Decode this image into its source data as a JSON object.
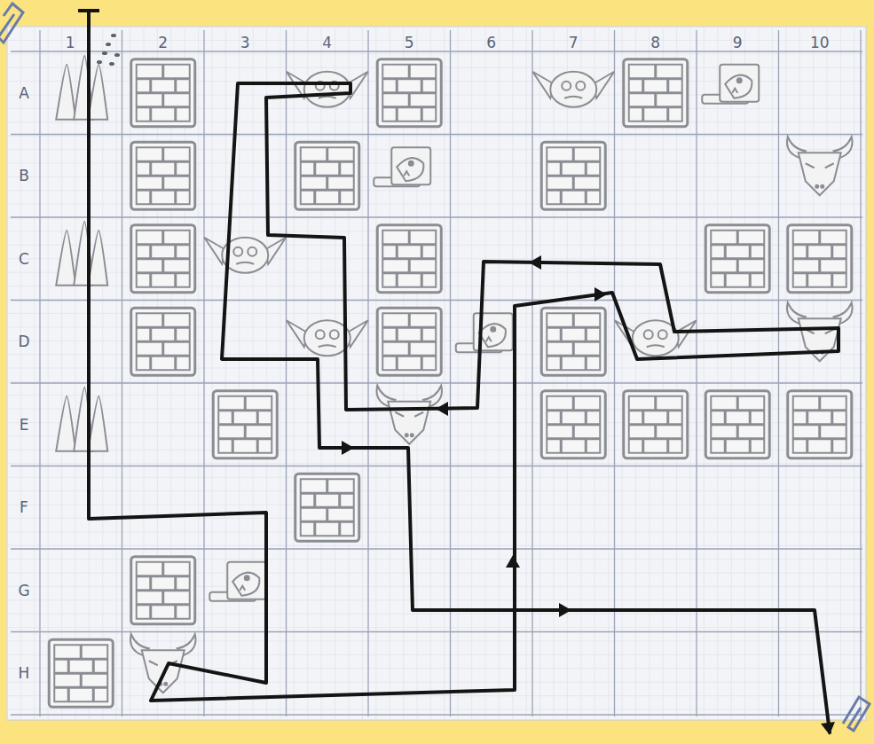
{
  "diagram": {
    "labels": [
      "1",
      "2",
      "3",
      "4",
      "5",
      "6",
      "7",
      "8",
      "9",
      "10",
      "A",
      "B",
      "C",
      "D",
      "E",
      "F",
      "G",
      "H"
    ]
  }
}
